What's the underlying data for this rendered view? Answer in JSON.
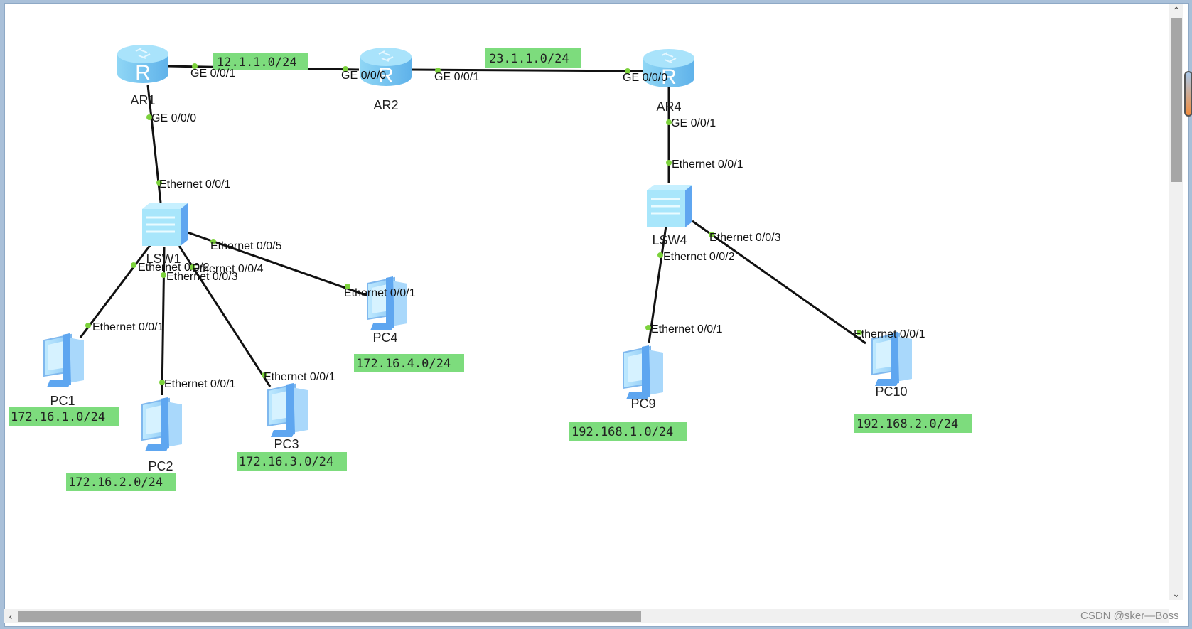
{
  "devices": {
    "AR1": "AR1",
    "AR2": "AR2",
    "AR4": "AR4",
    "LSW1": "LSW1",
    "LSW4": "LSW4",
    "PC1": "PC1",
    "PC2": "PC2",
    "PC3": "PC3",
    "PC4": "PC4",
    "PC9": "PC9",
    "PC10": "PC10"
  },
  "ports": {
    "ar1_ge001": "GE 0/0/1",
    "ar1_ge000": "GE 0/0/0",
    "ar2_ge000": "GE 0/0/0",
    "ar2_ge001": "GE 0/0/1",
    "ar4_ge000": "GE 0/0/0",
    "ar4_ge001": "GE 0/0/1",
    "lsw1_e001": "Ethernet 0/0/1",
    "lsw1_e002": "Ethernet 0/0/2",
    "lsw1_e003": "Ethernet 0/0/3",
    "lsw1_e004": "Ethernet 0/0/4",
    "lsw1_e005": "Ethernet 0/0/5",
    "pc1_e001": "Ethernet 0/0/1",
    "pc2_e001": "Ethernet 0/0/1",
    "pc3_e001": "Ethernet 0/0/1",
    "pc4_e001": "Ethernet 0/0/1",
    "lsw4_e001": "Ethernet 0/0/1",
    "lsw4_e002": "Ethernet 0/0/2",
    "lsw4_e003": "Ethernet 0/0/3",
    "pc9_e001": "Ethernet 0/0/1",
    "pc10_e001": "Ethernet 0/0/1"
  },
  "networks": {
    "ar1_ar2": "12.1.1.0/24",
    "ar2_ar4": "23.1.1.0/24",
    "pc1": "172.16.1.0/24",
    "pc2": "172.16.2.0/24",
    "pc3": "172.16.3.0/24",
    "pc4": "172.16.4.0/24",
    "pc9": "192.168.1.0/24",
    "pc10": "192.168.2.0/24"
  },
  "scroll": {
    "up": "⌃",
    "down": "⌄",
    "left": "‹"
  },
  "watermark": "CSDN @sker—Boss"
}
